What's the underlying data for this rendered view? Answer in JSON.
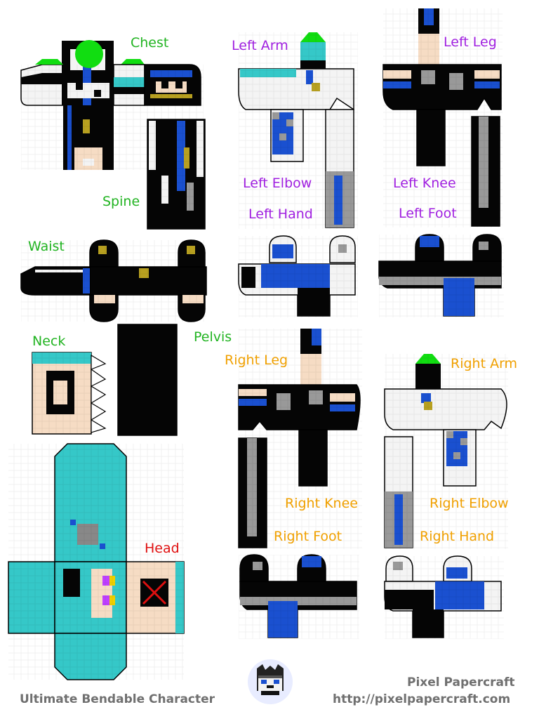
{
  "labels": {
    "chest": "Chest",
    "spine": "Spine",
    "waist": "Waist",
    "neck": "Neck",
    "pelvis": "Pelvis",
    "head": "Head",
    "left_arm": "Left Arm",
    "left_elbow": "Left Elbow",
    "left_hand": "Left Hand",
    "left_leg": "Left Leg",
    "left_knee": "Left Knee",
    "left_foot": "Left Foot",
    "right_leg": "Right Leg",
    "right_knee": "Right Knee",
    "right_foot": "Right Foot",
    "right_arm": "Right Arm",
    "right_elbow": "Right Elbow",
    "right_hand": "Right Hand"
  },
  "footer": {
    "title": "Ultimate Bendable Character",
    "brand": "Pixel Papercraft",
    "url": "http://pixelpapercraft.com"
  },
  "colors": {
    "chest_spine_waist_neck_pelvis": "#22b422",
    "left_limbs": "#a020e0",
    "right_limbs": "#f0a000",
    "head": "#e01010",
    "skin": "#f6dcc4",
    "hair": "#35c8c8",
    "blue": "#1a50d0",
    "black": "#050505",
    "gray": "#999999",
    "white": "#f4f4f4",
    "gold": "#b8a020"
  }
}
